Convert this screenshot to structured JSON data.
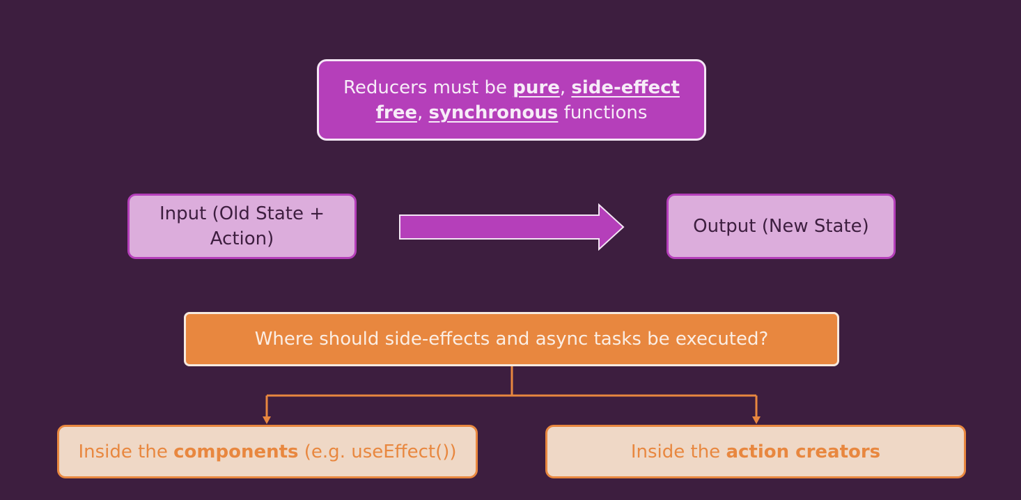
{
  "rule": {
    "prefix": "Reducers must be ",
    "term_pure": "pure",
    "sep1": ", ",
    "term_side_effect_free": "side-effect free",
    "sep2": ", ",
    "term_synchronous": "synchronous",
    "suffix": " functions"
  },
  "flow": {
    "input_label": "Input (Old State + Action)",
    "output_label": "Output (New State)"
  },
  "question": {
    "text": "Where should side-effects and async tasks be executed?"
  },
  "answers": {
    "left": {
      "prefix": "Inside the ",
      "emphasis": "components",
      "suffix": " (e.g. useEffect())"
    },
    "right": {
      "prefix": "Inside the ",
      "emphasis": "action creators",
      "suffix": ""
    }
  },
  "colors": {
    "background": "#3d1e3f",
    "magenta": "#b53fba",
    "light_magenta": "#dcaddc",
    "orange": "#e8873f",
    "light_orange": "#efd8c6"
  }
}
